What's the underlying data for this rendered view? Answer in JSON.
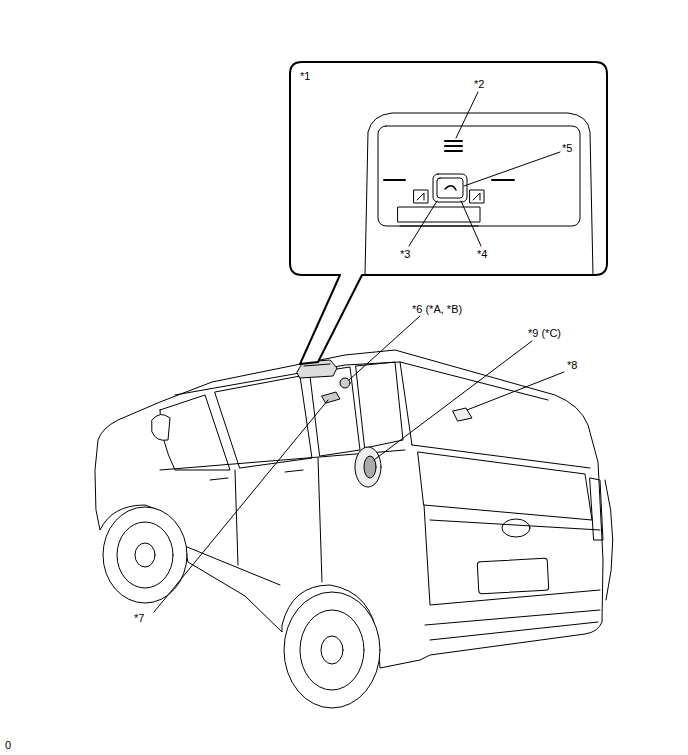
{
  "diagram": {
    "nodes": [
      {
        "text": [
          "*1",
          "*2",
          "*3",
          "*4",
          "*5"
        ]
      }
    ],
    "labels": [
      "*6 (*A, *B)",
      "*9 (*C)",
      "*8",
      "*7",
      "0"
    ]
  }
}
